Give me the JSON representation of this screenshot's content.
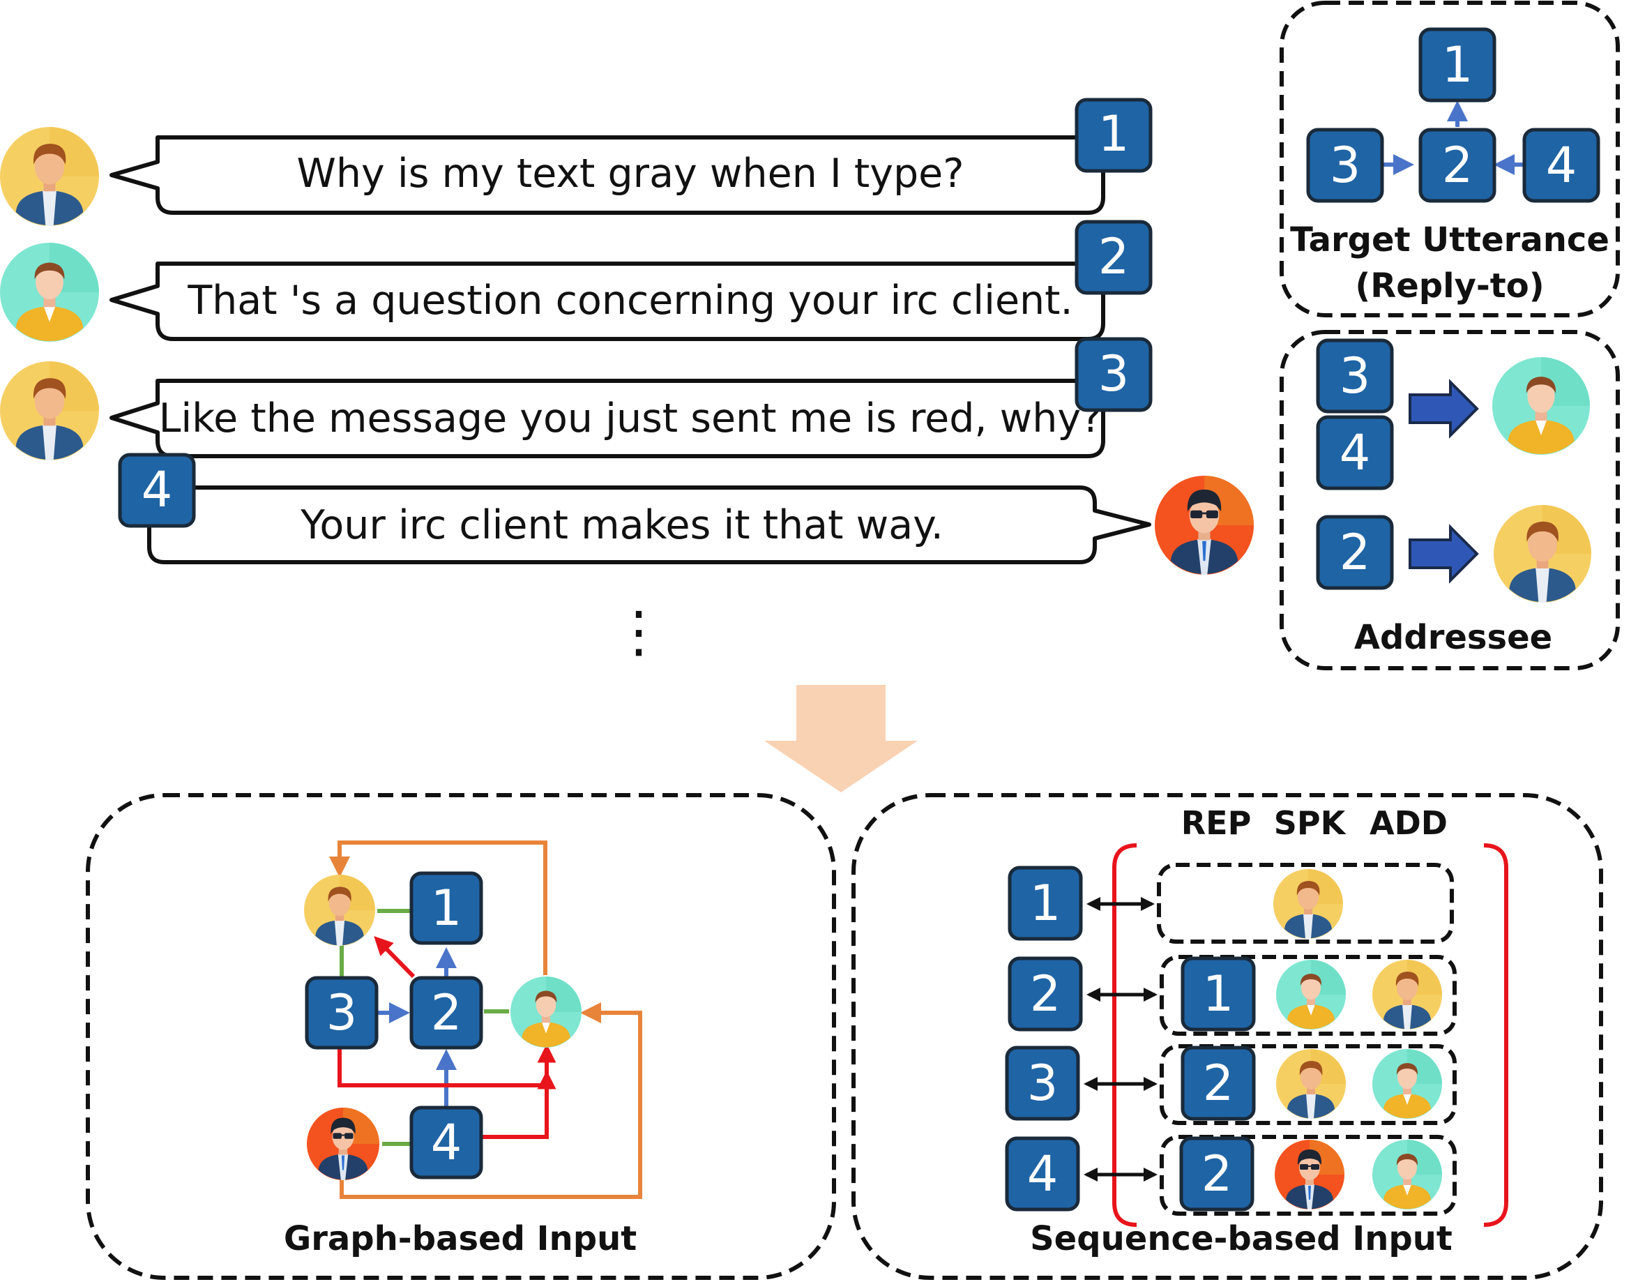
{
  "utterances": [
    {
      "id": "1",
      "text": "Why is my text gray when I type?"
    },
    {
      "id": "2",
      "text": "That 's a question concerning your irc client."
    },
    {
      "id": "3",
      "text": "Like the message you just sent me is red, why?"
    },
    {
      "id": "4",
      "text": "Your irc client makes it that way."
    }
  ],
  "ellipsis": "⋮",
  "target_panel": {
    "title_line1": "Target Utterance",
    "title_line2": "(Reply-to)",
    "nodes": [
      "1",
      "2",
      "3",
      "4"
    ]
  },
  "addressee_panel": {
    "title": "Addressee",
    "nodes": [
      "3",
      "4",
      "2"
    ]
  },
  "graph_panel": {
    "title": "Graph-based Input",
    "nodes": [
      "1",
      "2",
      "3",
      "4"
    ]
  },
  "sequence_panel": {
    "title": "Sequence-based Input",
    "headers": [
      "REP",
      "SPK",
      "ADD"
    ],
    "rows": [
      {
        "id": "1",
        "rep": ""
      },
      {
        "id": "2",
        "rep": "1"
      },
      {
        "id": "3",
        "rep": "2"
      },
      {
        "id": "4",
        "rep": "2"
      }
    ]
  },
  "colors": {
    "box_fill": "#1f64a5",
    "box_stroke": "#1a2a3a",
    "blue_arrow": "#4a74c9",
    "red_arrow": "#e8141c",
    "green_line": "#6aab46",
    "orange_line": "#e8843a",
    "big_arrow": "#f9d2b3"
  }
}
